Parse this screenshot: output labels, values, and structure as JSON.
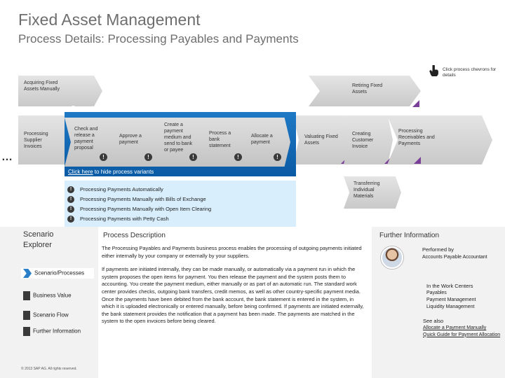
{
  "header": {
    "title": "Fixed Asset Management",
    "subtitle": "Process Details: Processing Payables and Payments"
  },
  "hint": {
    "icon": "hand-pointer-icon",
    "text": "Click process chevrons for details"
  },
  "flow": {
    "acquiring": "Acquiring Fixed Assets Manually",
    "retiring": "Retiring Fixed Assets",
    "processing_supplier": "Processing Supplier Invoices",
    "valuating": "Valuating Fixed Assets",
    "creating_invoice": "Creating Customer Invoice",
    "processing_receivables": "Processing Receivables and Payments",
    "transferring": "Transferring Individual Materials",
    "ellipsis": "…"
  },
  "detail_panel": {
    "title": "Processing Payables and Payments - Processing Payments Automatically",
    "close": "X",
    "steps": [
      "Check and release a payment proposal",
      "Approve a payment",
      "Create a payment medium and send to bank or payee",
      "Process a bank statement",
      "Allocate a payment"
    ],
    "info_glyph": "!",
    "variants_link": "Click here",
    "variants_text": " to hide process variants",
    "variants": [
      "Processing Payments  Automatically",
      "Processing Payments Manually with Bills of Exchange",
      "Processing Payments Manually with Open Item Clearing",
      "Processing Payments with Petty Cash"
    ]
  },
  "explorer": {
    "title": "Scenario Explorer",
    "items": [
      "Scenario/Processes",
      "Business Value",
      "Scenario Flow",
      "Further Information"
    ],
    "copyright": "© 2013 SAP AG. All rights reserved."
  },
  "description": {
    "title": "Process Description",
    "para1": "The Processing Payables and Payments business process enables the processing of outgoing payments initiated either internally by your company or externally by your suppliers.",
    "para2": "If payments are initiated internally, they can be made manually, or automatically via a payment run in which the system proposes the open items for payment. You then release the payment and the system posts them to accounting. You create the payment medium, either manually or as part of an automatic run. The standard work center provides checks, outgoing bank transfers, credit memos, as well as other country-specific payment media. Once the payments have been debited from the bank account, the bank statement is entered in the system, in which it is uploaded electronically or entered manually, before being confirmed. If payments are initiated externally, the bank statement provides the notification that a payment has been made. The payments are matched in the system to the open invoices before being cleared."
  },
  "further": {
    "title": "Further Information",
    "performed_label": "Performed by",
    "performed_value": "Accounts Payable Accountant",
    "centers_label": "In the Work Centers",
    "centers": [
      "Payables",
      "Payment Management",
      "Liquidity Management"
    ],
    "seealso_label": "See also",
    "seealso": [
      "Allocate a Payment Manually",
      "Quick Guide for Payment Allocation"
    ]
  },
  "colors": {
    "accent_blue": "#0a5aa4",
    "variants_bg": "#d8eefc",
    "corner_purple": "#7b3f9a"
  }
}
